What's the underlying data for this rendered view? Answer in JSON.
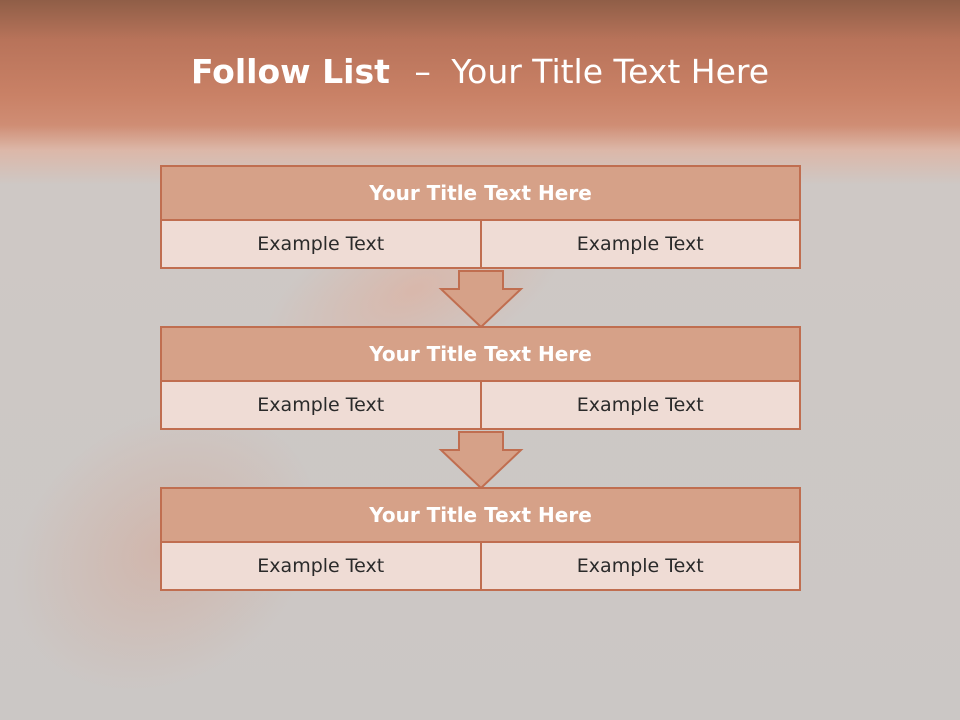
{
  "slide": {
    "title_bold": "Follow List",
    "title_dash": "–",
    "title_rest": "Your Title Text Here"
  },
  "steps": [
    {
      "title": "Your Title Text Here",
      "left": "Example Text",
      "right": "Example Text"
    },
    {
      "title": "Your Title Text Here",
      "left": "Example Text",
      "right": "Example Text"
    },
    {
      "title": "Your Title Text Here",
      "left": "Example Text",
      "right": "Example Text"
    }
  ],
  "colors": {
    "header_fill": "#d6a188",
    "cell_fill": "#efdcd5",
    "border": "#c06e50"
  }
}
